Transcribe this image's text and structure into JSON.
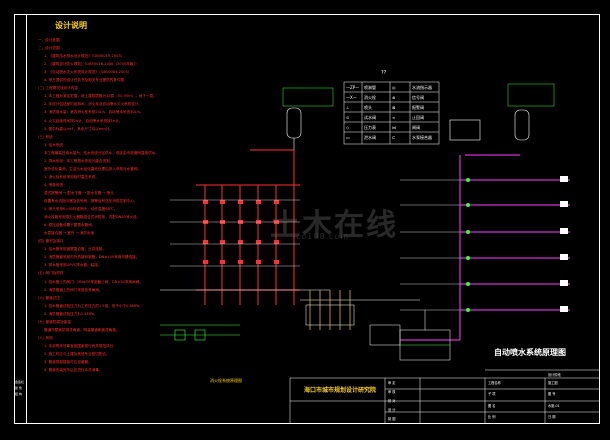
{
  "notes": {
    "title": "设计说明",
    "items": [
      {
        "text": "一、设计依据",
        "color": "#ff3030"
      },
      {
        "text": "二、设计范围",
        "color": "#ff3030"
      },
      {
        "text": "1. 《建筑给水排水设计规范》（GB50015-2003）",
        "color": "#ff3030"
      },
      {
        "text": "2. 《建筑设计防火规范》（GB50016-2006（2005年版））",
        "color": "#ff3030"
      },
      {
        "text": "3. 《自动喷水灭火系统设计规范》（GB50084-2005）",
        "color": "#ff3030"
      },
      {
        "text": "4. 甲方提供的设计任务书及相关专业提供的条件图",
        "color": "#ff3030"
      },
      {
        "text": "(二) 工程概况及设计内容",
        "color": "#ff3030"
      },
      {
        "text": "1. 本工程为某住宅楼，地上建筑层数为18层（50.95m），地下一层。",
        "color": "#ff3030"
      },
      {
        "text": "2. 本设计包括室内给排水、消火栓及自动喷水灭火系统设计。",
        "color": "#ff3030"
      },
      {
        "text": "3. 消防用水量：室内消火栓系统20L/s，自动喷水系统30L/s。",
        "color": "#ff3030"
      },
      {
        "text": "4. 火灾延续时间按2h计，自动喷水系统按1h计。",
        "color": "#ff3030"
      },
      {
        "text": "5. 图中标高以m计，其余尺寸均以mm计。",
        "color": "#ff3030"
      },
      {
        "text": "(三) 系统",
        "color": "#ff3030"
      },
      {
        "text": "1. 给水系统",
        "color": "#ff3030"
      },
      {
        "text": "本工程最高日用水量为，给水系统分区供水，低区由市政管网直接供水。",
        "color": "#ff3030"
      },
      {
        "text": "2. 排水系统：本工程排水采用污废合流制。",
        "color": "#ff3030"
      },
      {
        "text": "室外设化粪池，生活污水经化粪池处理后排入市政污水管网。",
        "color": "#ff3030"
      },
      {
        "text": "3. 消火栓系统采用临时高压系统。",
        "color": "#ff3030"
      },
      {
        "text": "4. 喷淋系统",
        "color": "#ff3030"
      },
      {
        "text": "湿式报警阀 → 配水干管 → 配水支管 → 喷头",
        "color": "#ff3030"
      },
      {
        "text": "设置有水流指示器及信号阀，报警信号送至消防控制中心。",
        "color": "#ff3030"
      },
      {
        "text": "5. 喷头采用K=80标准喷头，动作温度68℃。",
        "color": "#ff3030"
      },
      {
        "text": "消火栓箱采用带灭火器箱组合式消防柜，内配DN65消火栓。",
        "color": "#ff3030"
      },
      {
        "text": "6. 稳压设备设置于屋顶水箱间。",
        "color": "#ff3030"
      },
      {
        "text": "水泵接合器 → 室外 → 消防水池",
        "color": "#ff3030"
      },
      {
        "text": "(四) 管材及接口",
        "color": "#ff3030"
      },
      {
        "text": "1. 给水管采用钢塑复合管，丝扣连接。",
        "color": "#ff3030"
      },
      {
        "text": "2. 消防管道采用内外热镀锌钢管，DN≥100采用沟槽连接。",
        "color": "#ff3030"
      },
      {
        "text": "3. 排水管采用UPVC排水管，粘接。",
        "color": "#ff3030"
      },
      {
        "text": "(五) 阀门及附件",
        "color": "#ff3030"
      },
      {
        "text": "1. 给水管上的阀门：DN≤50采用截止阀，DN>50采用闸阀。",
        "color": "#ff3030"
      },
      {
        "text": "2. 消防管道上的阀门采用信号闸阀。",
        "color": "#ff3030"
      },
      {
        "text": "(六) 管道试压",
        "color": "#ff3030"
      },
      {
        "text": "1. 给水管道试验压力为工作压力的1.5倍，但不小于0.6MPa。",
        "color": "#ff3030"
      },
      {
        "text": "2. 消防管道试验压力为1.4MPa。",
        "color": "#ff3030"
      },
      {
        "text": "(七) 管道防腐及保温",
        "color": "#ff3030"
      },
      {
        "text": "管道外壁刷防锈漆两道，明装管道刷面漆两道。",
        "color": "#ff3030"
      },
      {
        "text": "(八) 其他",
        "color": "#ff3030"
      },
      {
        "text": "1. 本说明未尽事宜按国家现行有关规范执行。",
        "color": "#ff3030"
      },
      {
        "text": "2. 施工时应与土建及其他专业密切配合。",
        "color": "#ff3030"
      },
      {
        "text": "3. 管道穿越楼板时应设套管。",
        "color": "#ff3030"
      },
      {
        "text": "4. 管道安装完毕后应进行冲洗消毒。",
        "color": "#ff3030"
      }
    ]
  },
  "legend": {
    "title": "??",
    "rows": [
      [
        "—ZP—",
        "喷淋管",
        "◎",
        "水流指示器"
      ],
      [
        "—X—",
        "消火栓",
        "⊗",
        "信号阀"
      ],
      [
        "⊥",
        "喷头",
        "⊠",
        "报警阀"
      ],
      [
        "⊙",
        "试水阀",
        "∞",
        "止回阀"
      ],
      [
        "◇",
        "压力表",
        "⋈",
        "闸阀"
      ],
      [
        "▭",
        "泄水阀",
        "⊏",
        "水泵接合器"
      ]
    ]
  },
  "diagram": {
    "right_title": "自动喷水系统原理图",
    "left_caption": "消火栓系统原理图"
  },
  "titleblock": {
    "firm": "海口市城市规划设计研究院",
    "rows": [
      "审 定",
      "审 核",
      "校 对",
      "设 计",
      "制 图"
    ],
    "cells": [
      "工程名称",
      "子 项",
      "图 名",
      "设计阶段",
      "施工图",
      "图 号",
      "水施-01",
      "日 期",
      "比 例"
    ]
  },
  "side": {
    "notes": [
      "会签栏",
      "建 筑",
      "结 构",
      "电 气"
    ]
  },
  "watermark": {
    "main": "土木在线",
    "sub": "co188.com"
  },
  "colors": {
    "red": "#ff3030",
    "magenta": "#ff40ff",
    "green": "#33ff33",
    "yellow": "#ffd400",
    "white": "#ffffff",
    "cyan": "#33ffff"
  }
}
